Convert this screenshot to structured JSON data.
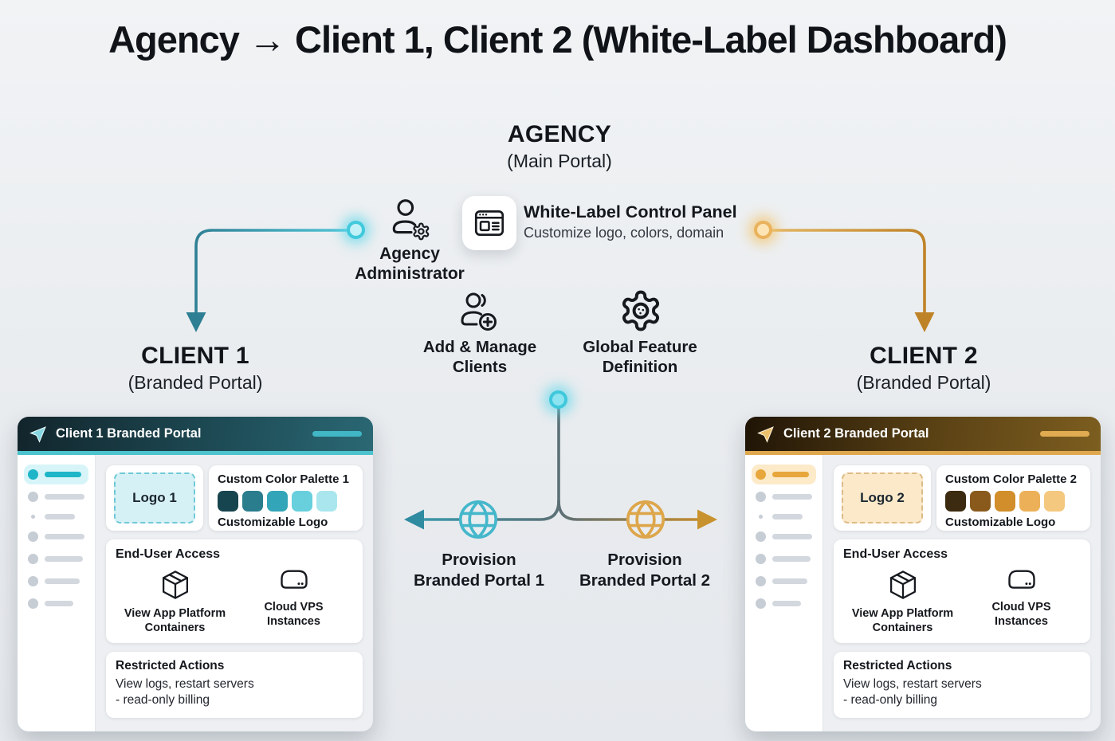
{
  "title": "Agency → Client 1, Client 2 (White-Label Dashboard)",
  "agency": {
    "heading": "AGENCY",
    "subheading": "(Main Portal)",
    "admin_label": "Agency Administrator",
    "control_panel": {
      "title": "White-Label Control Panel",
      "subtitle": "Customize logo, colors, domain"
    },
    "features": [
      {
        "label": "Add & Manage Clients",
        "icon": "user-plus-icon"
      },
      {
        "label": "Global Feature Definition",
        "icon": "gear-icon"
      }
    ]
  },
  "clients": [
    {
      "heading": "CLIENT 1",
      "subheading": "(Branded Portal)",
      "accent_color": "#2fa9bc",
      "portal": {
        "header_title": "Client 1 Branded Portal",
        "logo_label": "Logo 1",
        "palette_title": "Custom Color Palette 1",
        "palette_colors": [
          "#17454f",
          "#2a7d8d",
          "#33a5b8",
          "#68cfdd",
          "#a9e6ee"
        ],
        "palette_caption": "Customizable Logo",
        "access_title": "End-User Access",
        "access_items": [
          {
            "label": "View App Platform Containers",
            "icon": "package-icon"
          },
          {
            "label": "Cloud VPS Instances",
            "icon": "server-icon"
          }
        ],
        "restricted_title": "Restricted Actions",
        "restricted_lines": [
          "View logs, restart servers",
          "- read-only billing"
        ]
      },
      "provision": {
        "line1": "Provision",
        "line2": "Branded Portal 1"
      }
    },
    {
      "heading": "CLIENT 2",
      "subheading": "(Branded Portal)",
      "accent_color": "#d);8e2a",
      "portal": {
        "header_title": "Client 2 Branded Portal",
        "logo_label": "Logo 2",
        "palette_title": "Custom Color Palette 2",
        "palette_colors": [
          "#3c2b10",
          "#8a5a1d",
          "#d18e2a",
          "#ecb158",
          "#f4c87f"
        ],
        "palette_caption": "Customizable Logo",
        "access_title": "End-User Access",
        "access_items": [
          {
            "label": "View App Platform Containers",
            "icon": "package-icon"
          },
          {
            "label": "Cloud VPS Instances",
            "icon": "server-icon"
          }
        ],
        "restricted_title": "Restricted Actions",
        "restricted_lines": [
          "View logs, restart servers",
          "- read-only billing"
        ]
      },
      "provision": {
        "line1": "Provision",
        "line2": "Branded Portal 2"
      }
    }
  ]
}
